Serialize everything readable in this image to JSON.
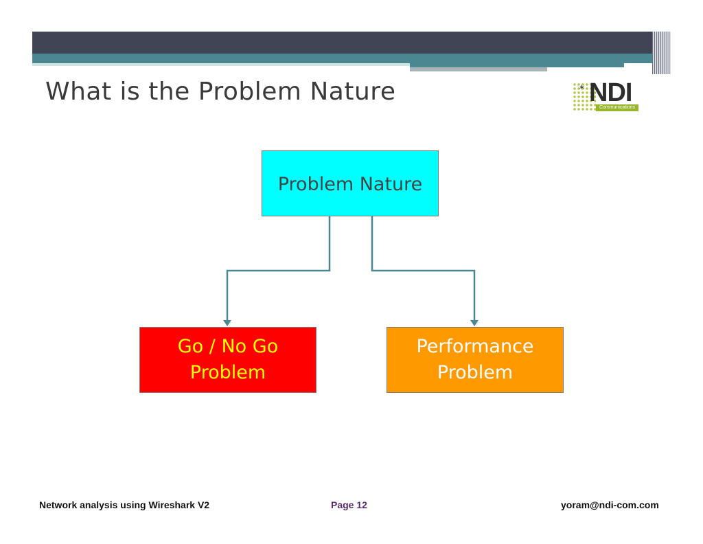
{
  "slide": {
    "title": "What is the Problem Nature"
  },
  "logo": {
    "brand": "NDI",
    "subtitle": "Communications",
    "star": "*"
  },
  "diagram": {
    "root": {
      "label": "Problem Nature",
      "color": "#00ffff"
    },
    "children": [
      {
        "label": "Go / No Go\nProblem",
        "color": "#ff0000",
        "text_color": "#ffff00"
      },
      {
        "label": "Performance\nProblem",
        "color": "#ff9900",
        "text_color": "#ffffff"
      }
    ],
    "connector_color": "#4b8790"
  },
  "footer": {
    "left": "Network analysis using Wireshark V2",
    "center": "Page 12",
    "right": "yoram@ndi-com.com"
  }
}
